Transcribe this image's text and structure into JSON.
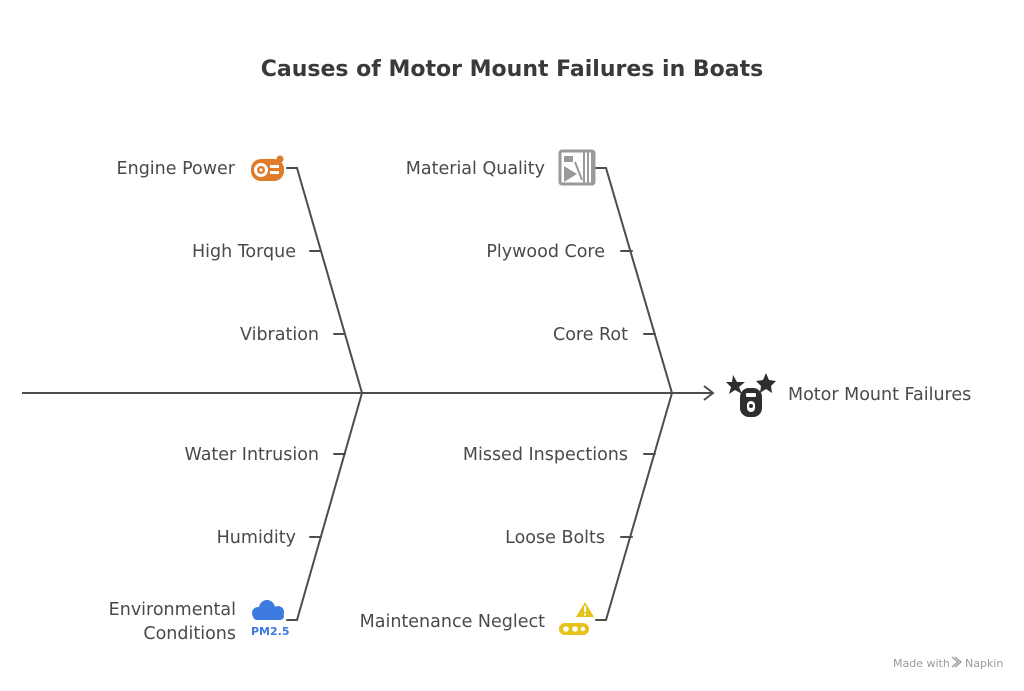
{
  "title": "Causes of Motor Mount Failures in Boats",
  "effect": {
    "label": "Motor Mount Failures",
    "icon": "engine-fault-icon"
  },
  "categories": [
    {
      "label": "Engine Power",
      "icon": "engine-icon",
      "icon_color": "#e07b2a",
      "causes": [
        "High Torque",
        "Vibration"
      ]
    },
    {
      "label": "Material Quality",
      "icon": "material-grid-icon",
      "icon_color": "#9a9a9a",
      "causes": [
        "Plywood Core",
        "Core Rot"
      ]
    },
    {
      "label_lines": [
        "Environmental",
        "Conditions"
      ],
      "icon": "cloud-pm25-icon",
      "icon_color": "#3d7be0",
      "icon_text": "PM2.5",
      "causes": [
        "Water Intrusion",
        "Humidity"
      ]
    },
    {
      "label": "Maintenance Neglect",
      "icon": "warning-chain-icon",
      "icon_color": "#e6c21a",
      "causes": [
        "Missed Inspections",
        "Loose Bolts"
      ]
    }
  ],
  "watermark": {
    "prefix": "Made with",
    "brand": "Napkin"
  }
}
